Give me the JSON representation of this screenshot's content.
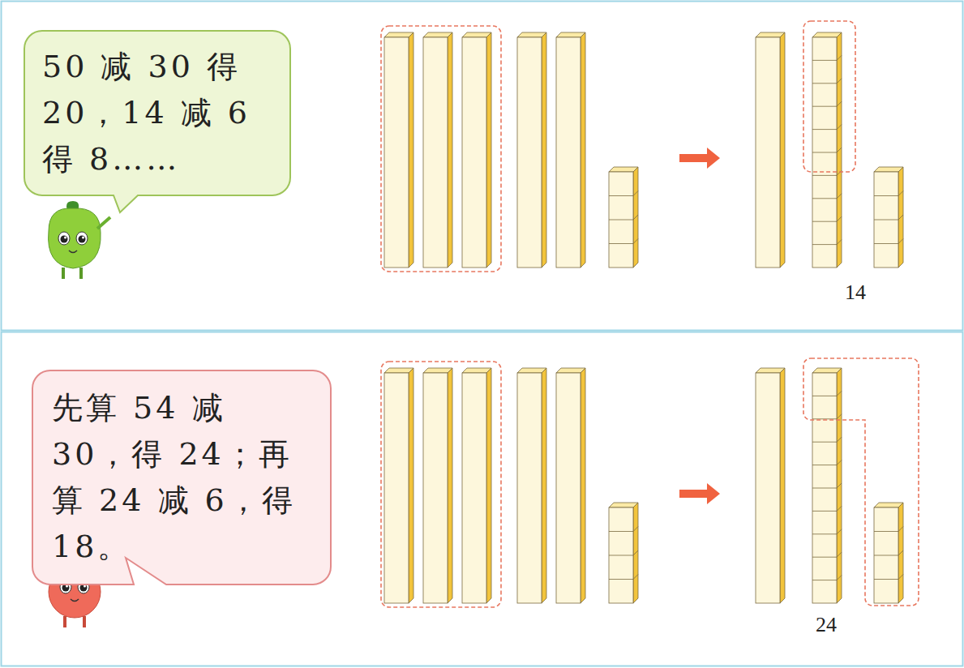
{
  "diagram": {
    "nodes": [
      {
        "text": [
          "50 减 30 得 20，14 减 6 得 8……"
        ]
      },
      {
        "text": [
          "先算 54 减 30，得 24；再算 24 减 6，得 18。"
        ]
      }
    ],
    "labels": [
      "14",
      "24"
    ]
  }
}
